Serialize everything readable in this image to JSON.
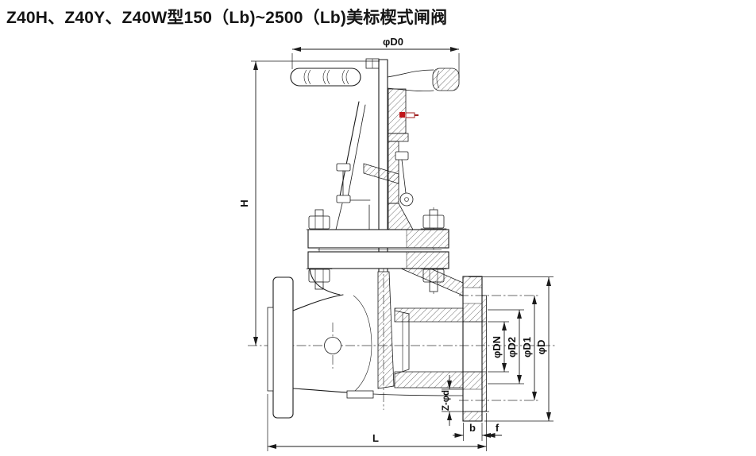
{
  "title": "Z40H、Z40Y、Z40W型150（Lb)~2500（Lb)美标楔式闸阀",
  "drawing": {
    "labels": {
      "d0": "φD0",
      "h": "H",
      "dn": "φDN",
      "d2": "φD2",
      "d1": "φD1",
      "d": "φD",
      "zd": "Z-φd",
      "b": "b",
      "f": "f",
      "l": "L"
    },
    "colors": {
      "line": "#1b1b1b",
      "accent_red": "#c0181c",
      "background": "#ffffff"
    }
  }
}
